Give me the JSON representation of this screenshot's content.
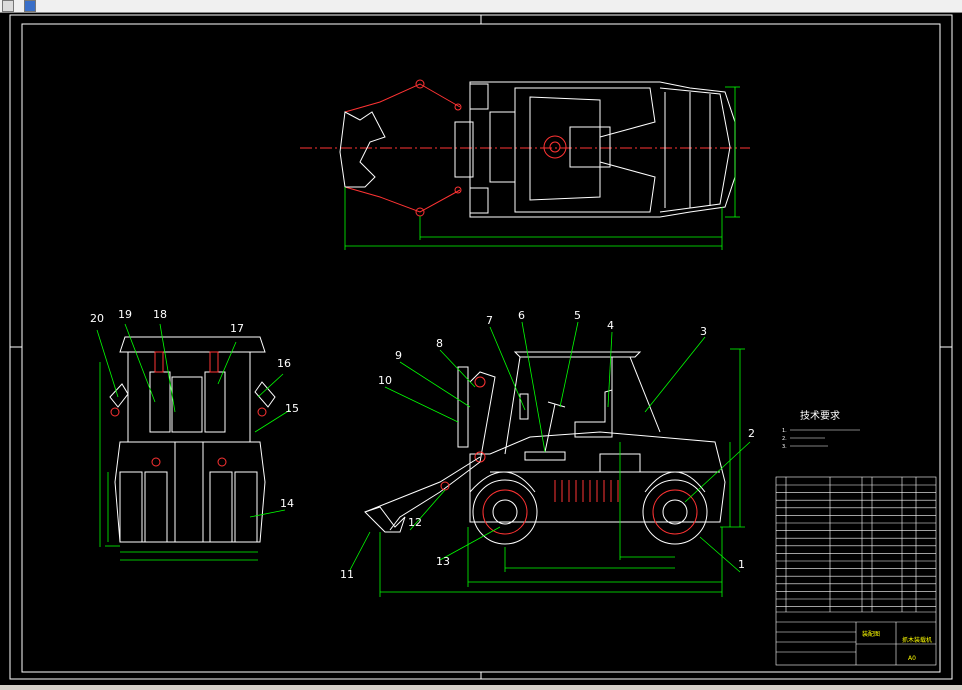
{
  "part_numbers": [
    "1",
    "2",
    "3",
    "4",
    "5",
    "6",
    "7",
    "8",
    "9",
    "10",
    "11",
    "12",
    "13",
    "14",
    "15",
    "16",
    "17",
    "18",
    "19",
    "20"
  ],
  "tech_requirements": {
    "title": "技术要求",
    "items": [
      "1.",
      "2.",
      "3."
    ]
  },
  "title_block": {
    "company": "装配图",
    "drawing_name": "抓木装载机",
    "sheet": "A0"
  },
  "colors": {
    "background": "#000000",
    "outline": "#ffffff",
    "dimension": "#00ff00",
    "centerline": "#ff0000",
    "leader": "#ffffff",
    "component": "#ff3333"
  }
}
